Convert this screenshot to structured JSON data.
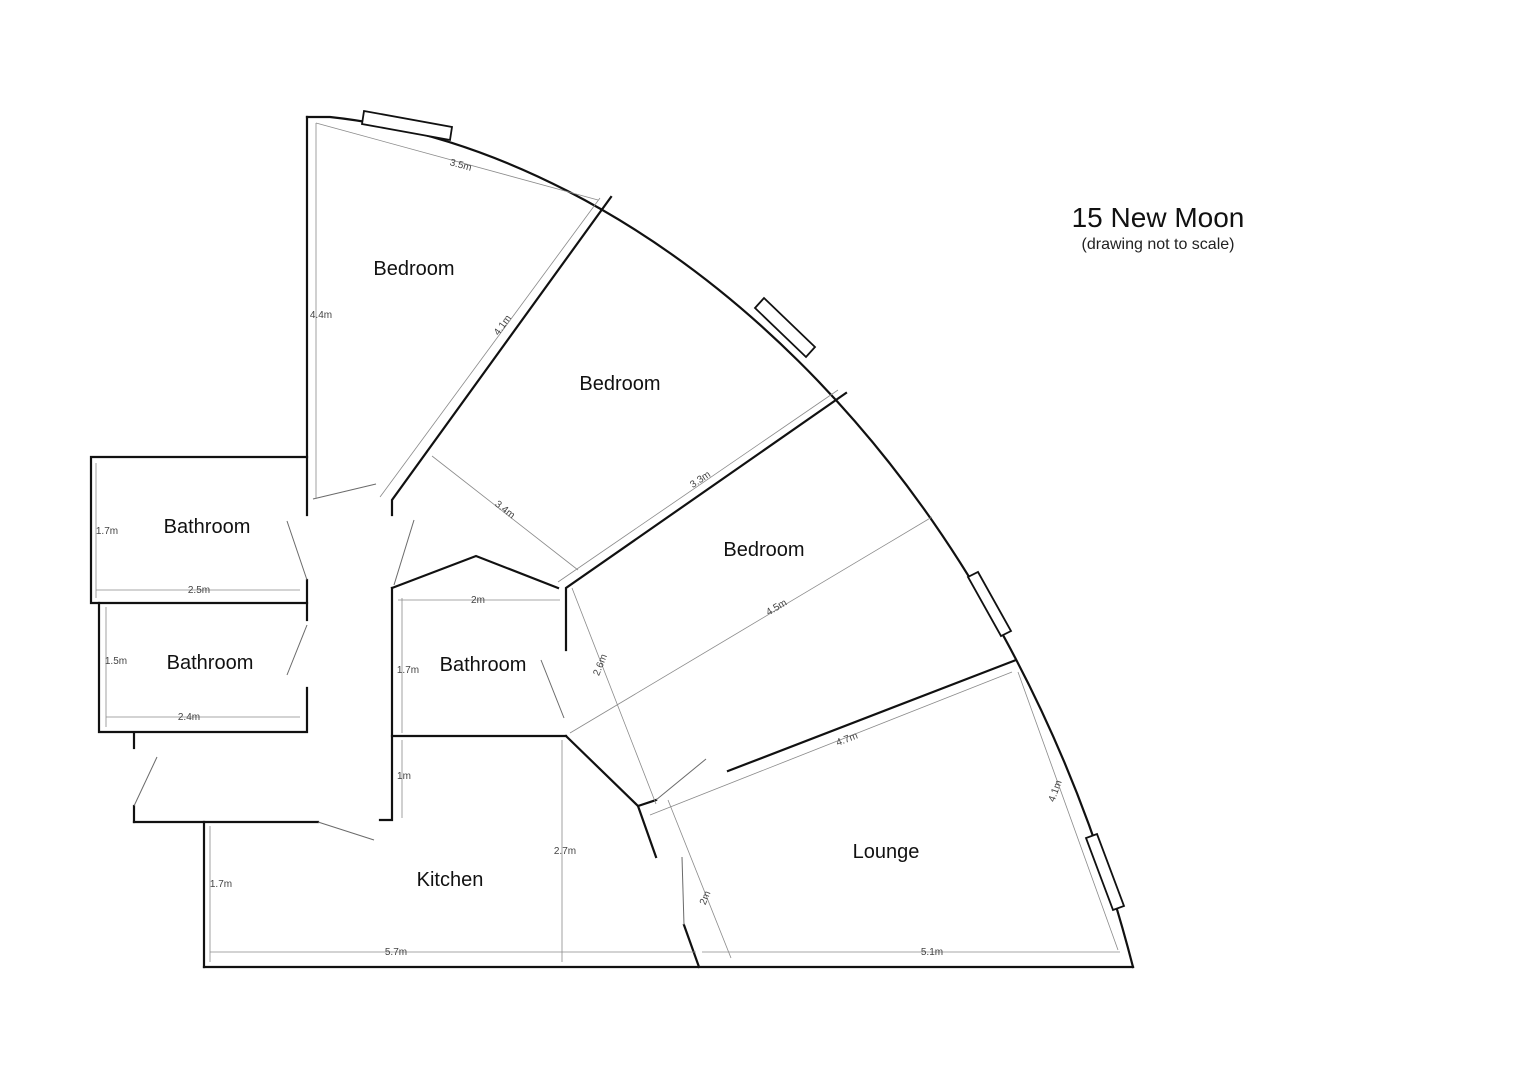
{
  "title": "15 New Moon",
  "subtitle": "(drawing not to scale)",
  "colors": {
    "wall": "#111111",
    "dimension": "#8a8a8a",
    "background": "#ffffff"
  },
  "rooms": {
    "bedroom_1": "Bedroom",
    "bedroom_2": "Bedroom",
    "bedroom_3": "Bedroom",
    "bathroom_1": "Bathroom",
    "bathroom_2": "Bathroom",
    "bathroom_3": "Bathroom",
    "kitchen": "Kitchen",
    "lounge": "Lounge"
  },
  "dimensions": {
    "bedroom_1_width": "3.5m",
    "bedroom_1_height": "4.4m",
    "bedroom_1_diagonal": "4.1m",
    "bedroom_2_width": "3.3m",
    "bedroom_2_depth": "3.4m",
    "bedroom_3_length": "4.5m",
    "bedroom_3_depth": "2.6m",
    "bathroom_1_height": "1.7m",
    "bathroom_1_width": "2.5m",
    "bathroom_2_height": "1.5m",
    "bathroom_2_width": "2.4m",
    "bathroom_3_width": "2m",
    "bathroom_3_height": "1.7m",
    "hall_depth": "1m",
    "kitchen_height": "1.7m",
    "kitchen_width": "5.7m",
    "kitchen_depth": "2.7m",
    "lounge_length": "4.7m",
    "lounge_side": "4.1m",
    "lounge_width": "5.1m",
    "lounge_entry": "2m"
  }
}
